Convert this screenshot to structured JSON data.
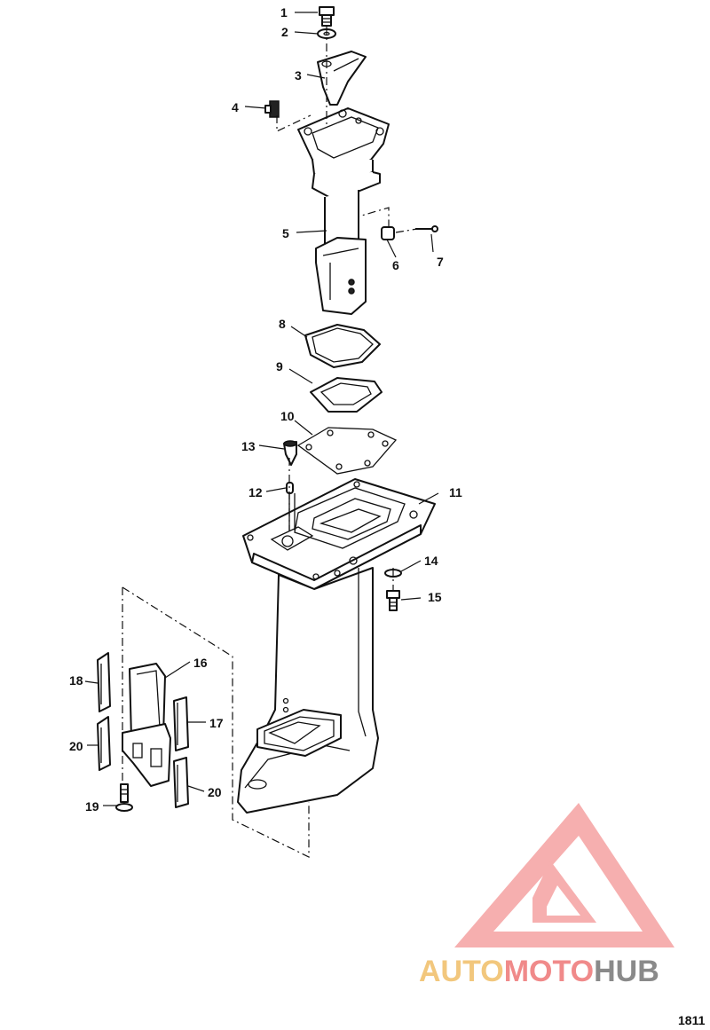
{
  "callouts": {
    "c1": "1",
    "c2": "2",
    "c3": "3",
    "c4": "4",
    "c5": "5",
    "c6": "6",
    "c7": "7",
    "c8": "8",
    "c9": "9",
    "c10": "10",
    "c11": "11",
    "c12": "12",
    "c13": "13",
    "c14": "14",
    "c15": "15",
    "c16": "16",
    "c17": "17",
    "c18": "18",
    "c19": "19",
    "c20a": "20",
    "c20b": "20"
  },
  "watermark": {
    "part1": "AUTO",
    "part2": "MOTO",
    "part3": "HUB",
    "colors": {
      "auto": "#f2c77d",
      "moto": "#f08a8a",
      "hub": "#8a8a8a",
      "logo": "#f58f8f"
    }
  },
  "diagram_code": "1811"
}
